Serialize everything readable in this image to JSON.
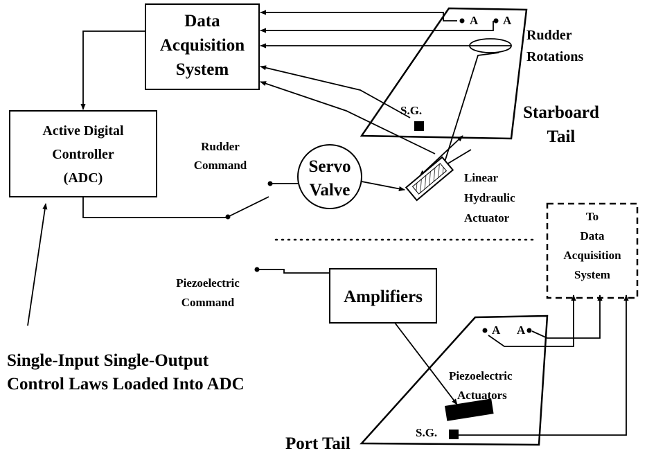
{
  "blocks": {
    "daq": [
      "Data",
      "Acquisition",
      "System"
    ],
    "adc": [
      "Active Digital",
      "Controller",
      "(ADC)"
    ],
    "servo": [
      "Servo",
      "Valve"
    ],
    "amplifiers": "Amplifiers",
    "to_daq": [
      "To",
      "Data",
      "Acquisition",
      "System"
    ]
  },
  "labels": {
    "rudder_rotations": [
      "Rudder",
      "Rotations"
    ],
    "starboard_tail": [
      "Starboard",
      "Tail"
    ],
    "rudder_command": [
      "Rudder",
      "Command"
    ],
    "linear_actuator": [
      "Linear",
      "Hydraulic",
      "Actuator"
    ],
    "piezo_command": [
      "Piezoelectric",
      "Command"
    ],
    "piezo_actuators": [
      "Piezoelectric",
      "Actuators"
    ],
    "port_tail": "Port Tail",
    "control_laws": [
      "Single-Input Single-Output",
      "Control Laws Loaded Into ADC"
    ]
  },
  "sensors": {
    "accel": "A",
    "strain_gage": "S.G."
  }
}
